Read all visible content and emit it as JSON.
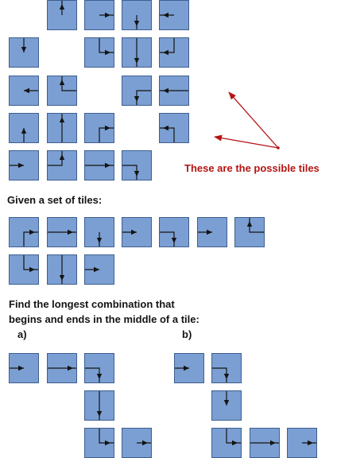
{
  "caption_possible": "These are the possible tiles",
  "caption_given": "Given a set of tiles:",
  "caption_find_line1": "Find the longest combination that",
  "caption_find_line2": "begins and ends in the middle of a tile:",
  "label_a": "a)",
  "label_b": "b)",
  "colors": {
    "tile": "#7b9fd2",
    "tile_border": "#3f5f8f",
    "arrow": "#141414",
    "annotation": "#b31414"
  },
  "tile_kinds": {
    "up-from-center": "arrow from tile center to top edge",
    "right-from-center": "arrow from tile center to right edge",
    "down-from-center": "arrow from tile center to bottom edge",
    "left-from-center": "arrow from tile center to left edge",
    "down-into-center": "arrow from top edge to tile center",
    "up-into-center": "arrow from bottom edge to tile center",
    "right-into-center": "arrow from left edge to tile center",
    "left-into-center": "arrow from right edge to tile center",
    "up-through": "straight path bottom edge to top edge",
    "down-through": "straight path top edge to bottom edge",
    "right-through": "straight path left edge to right edge",
    "left-through": "straight path right edge to left edge",
    "down-then-right": "enters top, turns, exits right",
    "down-then-left": "enters top, turns, exits left",
    "left-then-down": "enters right, turns, exits bottom",
    "left-then-up": "enters right, turns, exits top",
    "right-then-up": "enters left, turns, exits top",
    "right-then-down": "enters left, turns, exits bottom",
    "up-then-right": "enters bottom, turns, exits right",
    "up-then-left": "enters bottom, turns, exits left"
  },
  "possible_tiles": [
    "up-from-center",
    "right-from-center",
    "down-from-center",
    "left-from-center",
    "down-into-center",
    "down-then-right",
    "down-through",
    "down-then-left",
    "left-into-center",
    "left-then-up",
    "left-then-down",
    "left-through",
    "up-into-center",
    "up-through",
    "up-then-right",
    "up-then-left",
    "right-into-center",
    "right-then-up",
    "right-through",
    "right-then-down"
  ],
  "given_tiles": [
    "up-then-right",
    "right-through",
    "down-from-center",
    "right-into-center",
    "right-then-down",
    "right-into-center",
    "left-then-up",
    "down-then-right",
    "down-through",
    "right-into-center"
  ],
  "solution_a_tiles": [
    "right-into-center",
    "right-through",
    "right-then-down",
    "down-through",
    "down-then-right",
    "right-from-center"
  ],
  "solution_b_tiles": [
    "right-into-center",
    "right-then-down",
    "down-into-center",
    "down-then-right",
    "right-through",
    "right-from-center"
  ]
}
